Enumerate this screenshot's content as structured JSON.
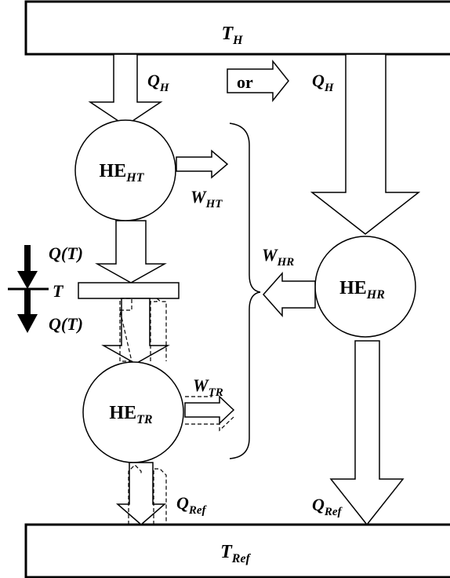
{
  "reservoirs": {
    "hot": {
      "symbol": "T",
      "sub": "H"
    },
    "ref": {
      "symbol": "T",
      "sub": "Ref"
    }
  },
  "engines": {
    "ht": {
      "label": "HE",
      "sub": "HT"
    },
    "tr": {
      "label": "HE",
      "sub": "TR"
    },
    "hr": {
      "label": "HE",
      "sub": "HR"
    }
  },
  "flows": {
    "qh_left": {
      "symbol": "Q",
      "sub": "H"
    },
    "qh_right": {
      "symbol": "Q",
      "sub": "H"
    },
    "w_ht": {
      "symbol": "W",
      "sub": "HT"
    },
    "w_tr": {
      "symbol": "W",
      "sub": "TR"
    },
    "w_hr": {
      "symbol": "W",
      "sub": "HR"
    },
    "qt_top": "Q(T)",
    "qt_bottom": "Q(T)",
    "q_ref_left": {
      "symbol": "Q",
      "sub": "Ref"
    },
    "q_ref_right": {
      "symbol": "Q",
      "sub": "Ref"
    }
  },
  "intermediate": {
    "label": "T"
  },
  "or_label": "or"
}
